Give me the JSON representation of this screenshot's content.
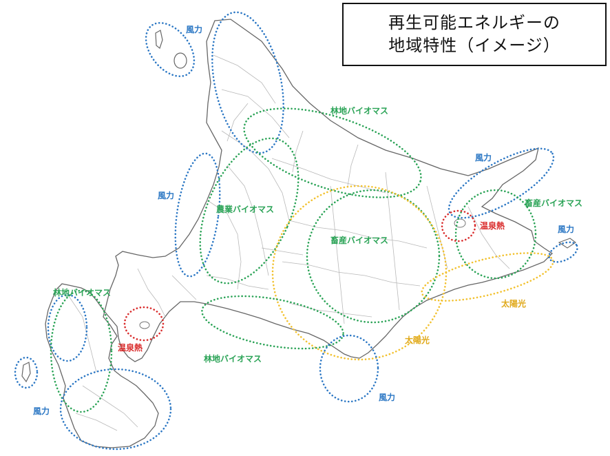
{
  "title": {
    "line1": "再生可能エネルギーの",
    "line2": "地域特性（イメージ）"
  },
  "colors": {
    "wind": "#2b77c4",
    "biomass": "#2aa356",
    "geothermal": "#d92b2b",
    "solar": "#e0a91b",
    "land_outline": "#666666",
    "boundaries": "#b8b8b8"
  },
  "labels": {
    "wind_rishiri": "風力",
    "forest_north": "林地バイオマス",
    "wind_east": "風力",
    "wind_west": "風力",
    "farm_biomass": "農業バイオマス",
    "livestock_east": "畜産バイオマス",
    "hot_spring_east": "温泉熱",
    "wind_nemuro": "風力",
    "livestock_center": "畜産バイオマス",
    "forest_southwest": "林地バイオマス",
    "solar_east": "太陽光",
    "hot_spring_west": "温泉熱",
    "solar_center": "太陽光",
    "forest_south": "林地バイオマス",
    "wind_erimo": "風力",
    "wind_southwest": "風力"
  }
}
